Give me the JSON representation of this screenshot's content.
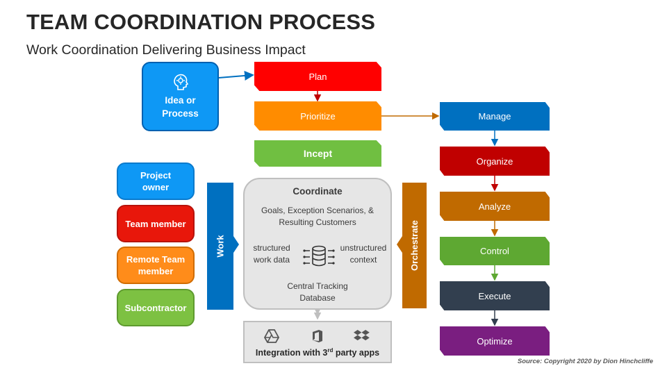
{
  "title": "TEAM COORDINATION PROCESS",
  "subtitle": "Work Coordination Delivering Business Impact",
  "idea": {
    "label": "Idea or Process",
    "icon": "head-gear-icon",
    "color": "#0070C0"
  },
  "flow_top": [
    {
      "label": "Plan",
      "color": "#FF0000"
    },
    {
      "label": "Prioritize",
      "color": "#FF8C00"
    },
    {
      "label": "Incept",
      "color": "#70BF41"
    }
  ],
  "roles": [
    {
      "label": "Project owner",
      "color": "#0E98F5"
    },
    {
      "label": "Team member",
      "color": "#E8170B"
    },
    {
      "label": "Remote Team member",
      "color": "#FF8C1A"
    },
    {
      "label": "Subcontractor",
      "color": "#7DC142"
    }
  ],
  "work_label": "Work",
  "orchestrate_label": "Orchestrate",
  "coordinate": {
    "title": "Coordinate",
    "goals": "Goals, Exception Scenarios, & Resulting Customers",
    "left": "structured work data",
    "right": "unstructured context",
    "bottom": "Central Tracking Database"
  },
  "integration": {
    "label": "Integration with 3",
    "sup": "rd",
    "suffix": " party apps"
  },
  "steps": [
    {
      "label": "Manage",
      "color": "#0070C0"
    },
    {
      "label": "Organize",
      "color": "#C00000"
    },
    {
      "label": "Analyze",
      "color": "#C06A00"
    },
    {
      "label": "Control",
      "color": "#5EA832"
    },
    {
      "label": "Execute",
      "color": "#323F4F"
    },
    {
      "label": "Optimize",
      "color": "#7A1E80"
    }
  ],
  "source": "Source: Copyright 2020 by Dion Hinchcliffe"
}
